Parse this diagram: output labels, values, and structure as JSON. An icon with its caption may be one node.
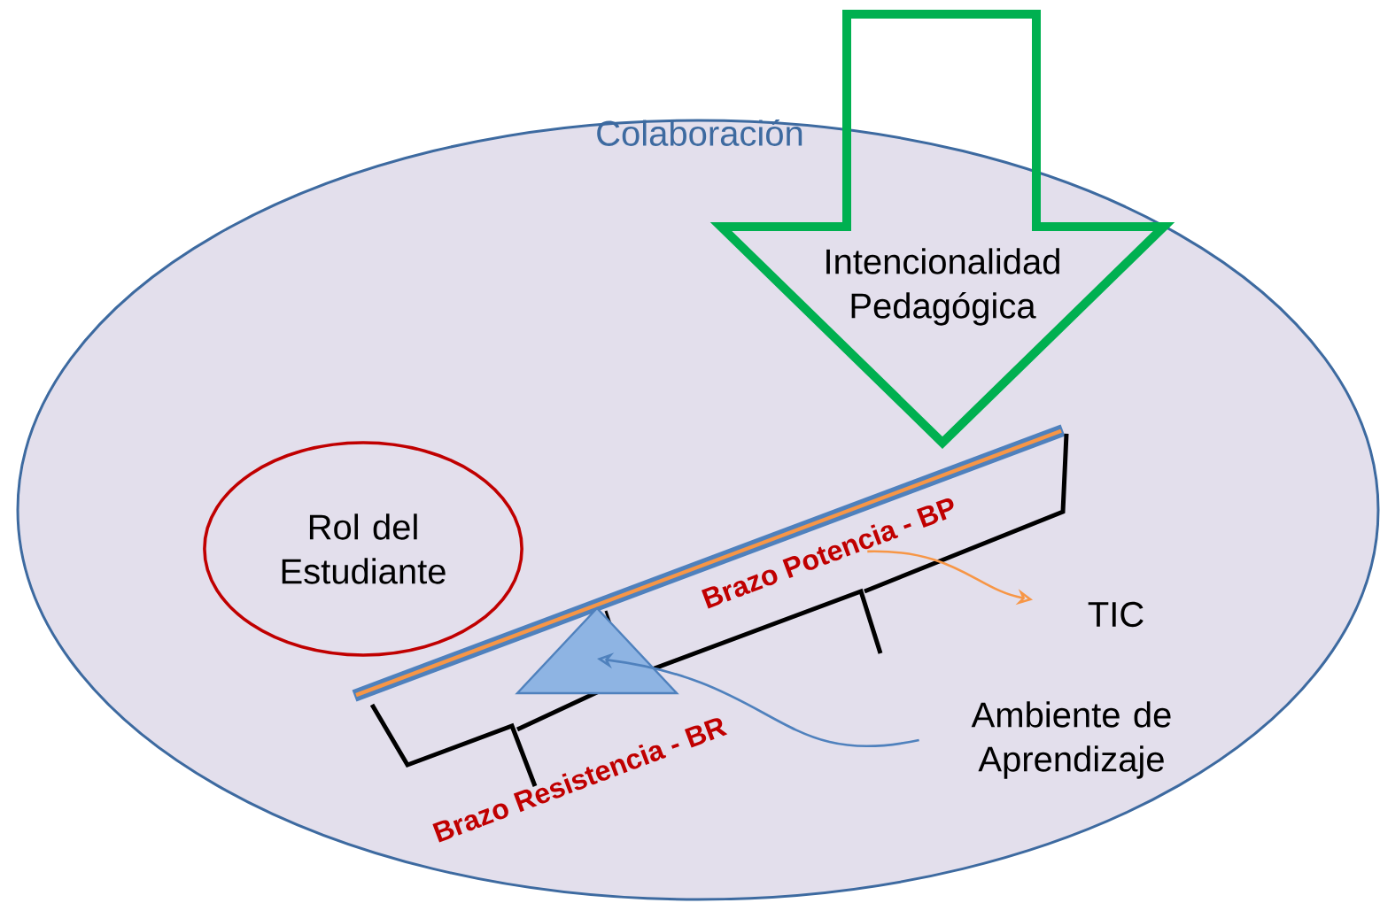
{
  "diagram": {
    "nodes": [
      {
        "text": [
          "Colaboración"
        ]
      },
      {
        "text": [
          "Rol del Estudiante"
        ],
        "in": 0
      },
      {
        "text": [
          "Intencionalidad Pedagógica"
        ]
      },
      {
        "text": [
          "TIC"
        ],
        "in": 0
      },
      {
        "text": [
          "Ambiente de Aprendizaje"
        ],
        "in": 0
      },
      {
        "text": [],
        "shape": "triangle",
        "in": 0
      },
      {
        "text": [
          "Brazo Potencia - BP"
        ],
        "in": 0
      }
    ],
    "edges": [
      {
        "from": 6,
        "to": 3,
        "arrow": "to",
        "color": "#f79646"
      },
      {
        "from": 4,
        "to": 5,
        "arrow": "to",
        "color": "#4f81bd"
      }
    ],
    "labels": [
      "Brazo Resistencia - BR"
    ]
  }
}
